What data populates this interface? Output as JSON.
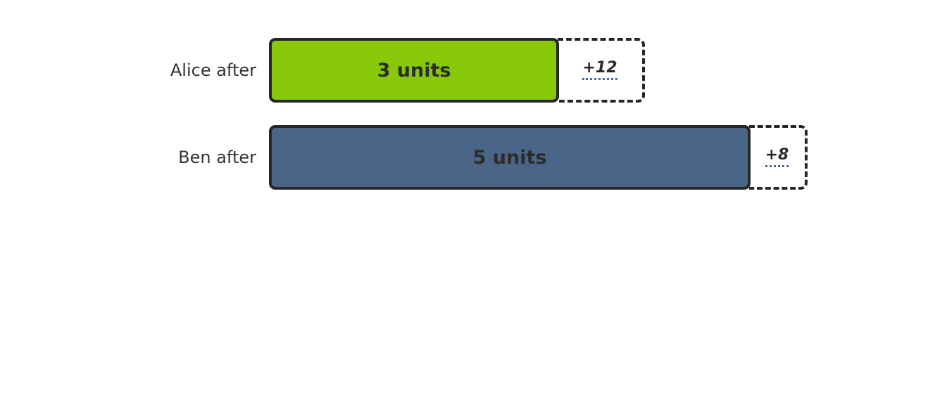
{
  "rows": [
    {
      "label": "Alice after",
      "bar_text": "3 units",
      "units": 3,
      "addon_text": "+12",
      "bar_color": "#88c808"
    },
    {
      "label": "Ben after",
      "bar_text": "5 units",
      "units": 5,
      "addon_text": "+8",
      "bar_color": "#4a6587"
    }
  ],
  "colors": {
    "outline": "#262626",
    "dotted_underline": "#4a6a9a",
    "background": "#ffffff"
  }
}
